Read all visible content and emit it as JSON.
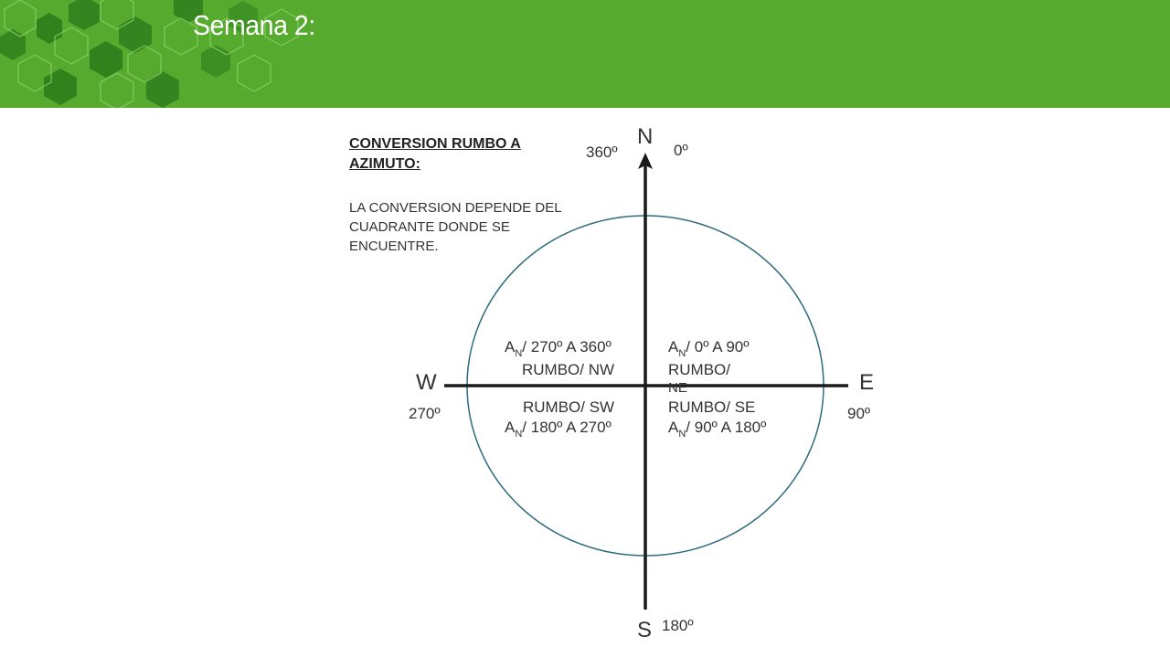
{
  "slide": {
    "title": "Semana 2:"
  },
  "text_box": {
    "heading": "CONVERSION RUMBO A AZIMUTO:",
    "description": "LA CONVERSION DEPENDE DEL CUADRANTE DONDE SE ENCUENTRE."
  },
  "compass": {
    "directions": {
      "north": "N",
      "south": "S",
      "east": "E",
      "west": "W"
    },
    "degrees": {
      "north_left": "360º",
      "north_right": "0º",
      "east": "90º",
      "west": "270º",
      "south": "180º"
    },
    "quadrants": {
      "nw": {
        "azimuth_prefix": "A",
        "azimuth_sub": "N",
        "azimuth_range": "/ 270º A 360º",
        "rumbo": "RUMBO/ NW"
      },
      "ne": {
        "azimuth_prefix": "A",
        "azimuth_sub": "N",
        "azimuth_range": "/ 0º A 90º",
        "rumbo_line1": "RUMBO/",
        "rumbo_line2": "NE"
      },
      "sw": {
        "rumbo": "RUMBO/ SW",
        "azimuth_prefix": "A",
        "azimuth_sub": "N",
        "azimuth_range": "/ 180º A 270º"
      },
      "se": {
        "rumbo": "RUMBO/ SE",
        "azimuth_prefix": "A",
        "azimuth_sub": "N",
        "azimuth_range": "/ 90º A 180º"
      }
    }
  },
  "colors": {
    "header_green": "#56ab2f",
    "hexagon_dark": "#2e7d1c",
    "circle_stroke": "#2f6b7f",
    "axis_stroke": "#1a1a1a"
  }
}
